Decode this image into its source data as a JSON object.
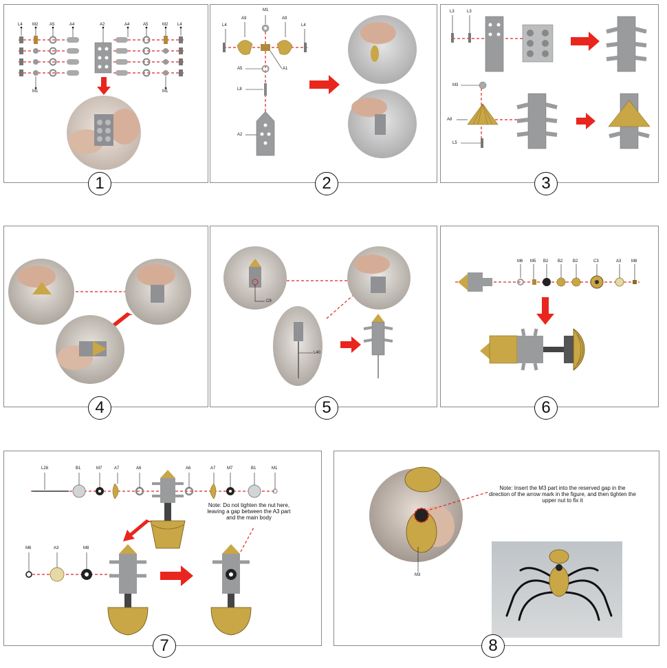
{
  "steps": [
    {
      "number": "1",
      "labels": [
        "L4",
        "M2",
        "A5",
        "A4",
        "A2",
        "A4",
        "A5",
        "M2",
        "L4",
        "M1",
        "M1"
      ]
    },
    {
      "number": "2",
      "labels": [
        "M1",
        "L4",
        "A9",
        "A9",
        "L4",
        "A5",
        "A1",
        "L8",
        "A2"
      ]
    },
    {
      "number": "3",
      "labels": [
        "L3",
        "L3",
        "M3",
        "A8",
        "L5"
      ]
    },
    {
      "number": "4",
      "labels": []
    },
    {
      "number": "5",
      "labels": [
        "C9",
        "L40"
      ]
    },
    {
      "number": "6",
      "labels": [
        "M6",
        "M5",
        "B2",
        "B2",
        "B2",
        "C3",
        "A3",
        "M8"
      ]
    },
    {
      "number": "7",
      "labels": [
        "L28",
        "B1",
        "M7",
        "A7",
        "A6",
        "A6",
        "A7",
        "M7",
        "B1",
        "M1",
        "M6",
        "A3",
        "M8"
      ],
      "note": "Note: Do not tighten the nut here, leaving a gap between the A3 part and the main body"
    },
    {
      "number": "8",
      "labels": [
        "M3"
      ],
      "note": "Note: Insert the M3 part into the reserved gap in the direction of the arrow mark in the figure, and then tighten the upper nut to fix it"
    }
  ],
  "colors": {
    "arrow": "#e8261e",
    "dash": "#e02020",
    "border": "#8a8a8a",
    "brass": "#c9a646",
    "steel": "#8f9194"
  }
}
